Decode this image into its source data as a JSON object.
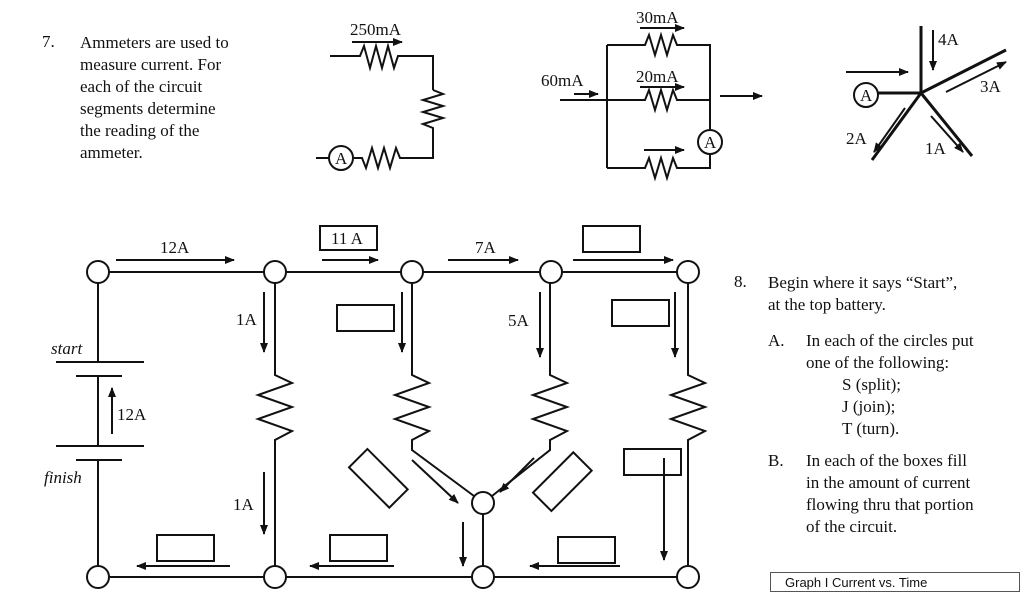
{
  "q7": {
    "number": "7.",
    "lines": [
      "Ammeters are used to",
      "measure current.  For",
      "each of the circuit",
      "segments determine",
      "the reading of the",
      "ammeter."
    ]
  },
  "segment1": {
    "current": "250mA",
    "meter": "A"
  },
  "segment2": {
    "input": "60mA",
    "top": "30mA",
    "middle": "20mA",
    "meter": "A"
  },
  "segment3": {
    "top": "4A",
    "right": "3A",
    "lower_left": "2A",
    "lower_right": "1A",
    "meter": "A"
  },
  "main": {
    "top1": "12A",
    "box_top2": "11 A",
    "top3": "7A",
    "branch1_top": "1A",
    "branch1_bottom": "1A",
    "branch3_top": "5A",
    "battery_current": "12A",
    "start": "start",
    "finish": "finish"
  },
  "q8": {
    "number": "8.",
    "lines": [
      "Begin where it says “Start”,",
      "at the top battery."
    ],
    "a_letter": "A.",
    "a_lines": [
      "In each of the circles put",
      "one of the following:",
      "S (split);",
      "J (join);",
      "T (turn)."
    ],
    "b_letter": "B.",
    "b_lines": [
      "In each of the boxes fill",
      "in the amount of current",
      "flowing thru that portion",
      "of the circuit."
    ]
  },
  "graph": {
    "label": "Graph I    Current vs. Time"
  }
}
